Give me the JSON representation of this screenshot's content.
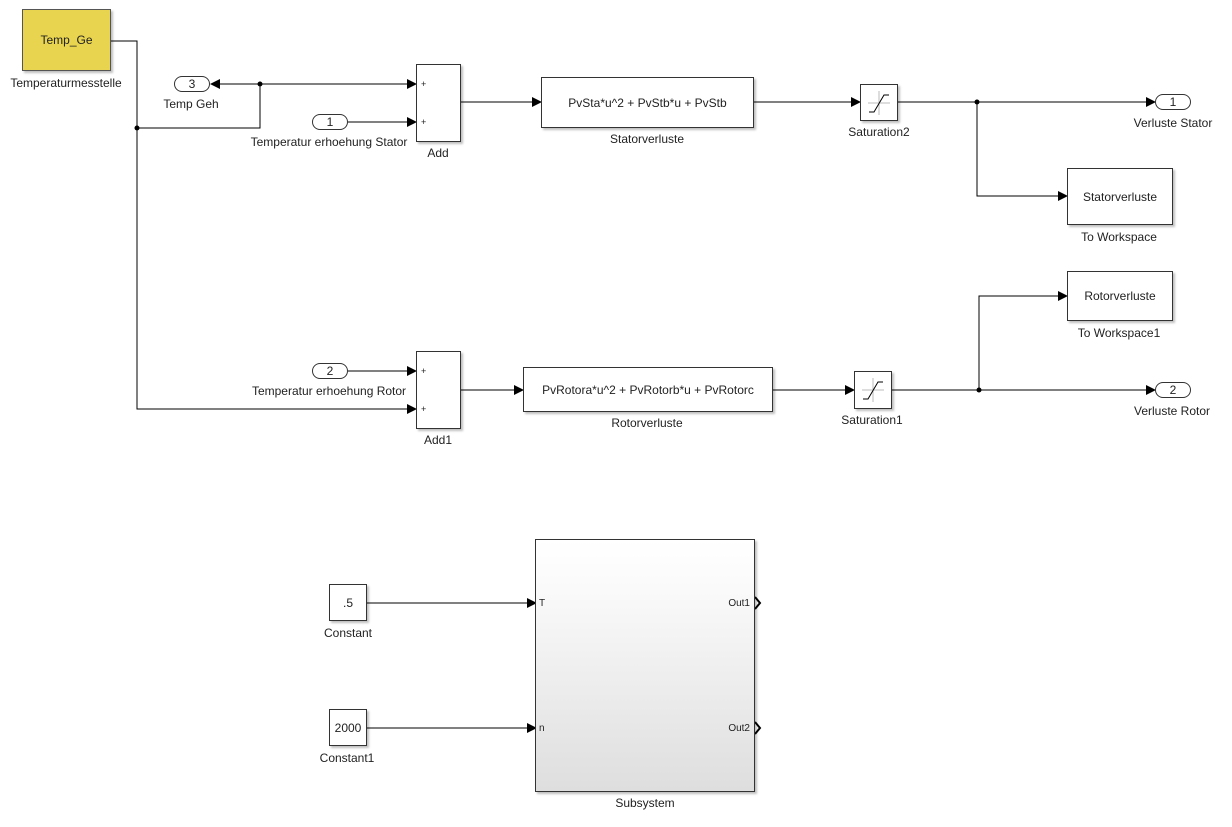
{
  "blocks": {
    "temp_ge": {
      "text": "Temp_Ge",
      "label": "Temperaturmesstelle",
      "color": "#E8D44F"
    },
    "outport_temp_geh": {
      "number": "3",
      "label": "Temp Geh"
    },
    "inport_stator": {
      "number": "1",
      "label": "Temperatur erhoehung Stator"
    },
    "add": {
      "label": "Add",
      "signs": [
        "+",
        "+"
      ]
    },
    "statorverluste_fcn": {
      "text": "PvSta*u^2 + PvStb*u + PvStb",
      "label": "Statorverluste"
    },
    "saturation2": {
      "label": "Saturation2"
    },
    "outport_verluste_stator": {
      "number": "1",
      "label": "Verluste Stator"
    },
    "to_workspace": {
      "text": "Statorverluste",
      "label": "To Workspace"
    },
    "to_workspace1": {
      "text": "Rotorverluste",
      "label": "To Workspace1"
    },
    "inport_rotor": {
      "number": "2",
      "label": "Temperatur erhoehung Rotor"
    },
    "add1": {
      "label": "Add1",
      "signs": [
        "+",
        "+"
      ]
    },
    "rotorverluste_fcn": {
      "text": "PvRotora*u^2 + PvRotorb*u + PvRotorc",
      "label": "Rotorverluste"
    },
    "saturation1": {
      "label": "Saturation1"
    },
    "outport_verluste_rotor": {
      "number": "2",
      "label": "Verluste Rotor"
    },
    "constant": {
      "value": ".5",
      "label": "Constant"
    },
    "constant1": {
      "value": "2000",
      "label": "Constant1"
    },
    "subsystem": {
      "label": "Subsystem",
      "inputs": [
        "T",
        "n"
      ],
      "outputs": [
        "Out1",
        "Out2"
      ]
    }
  }
}
